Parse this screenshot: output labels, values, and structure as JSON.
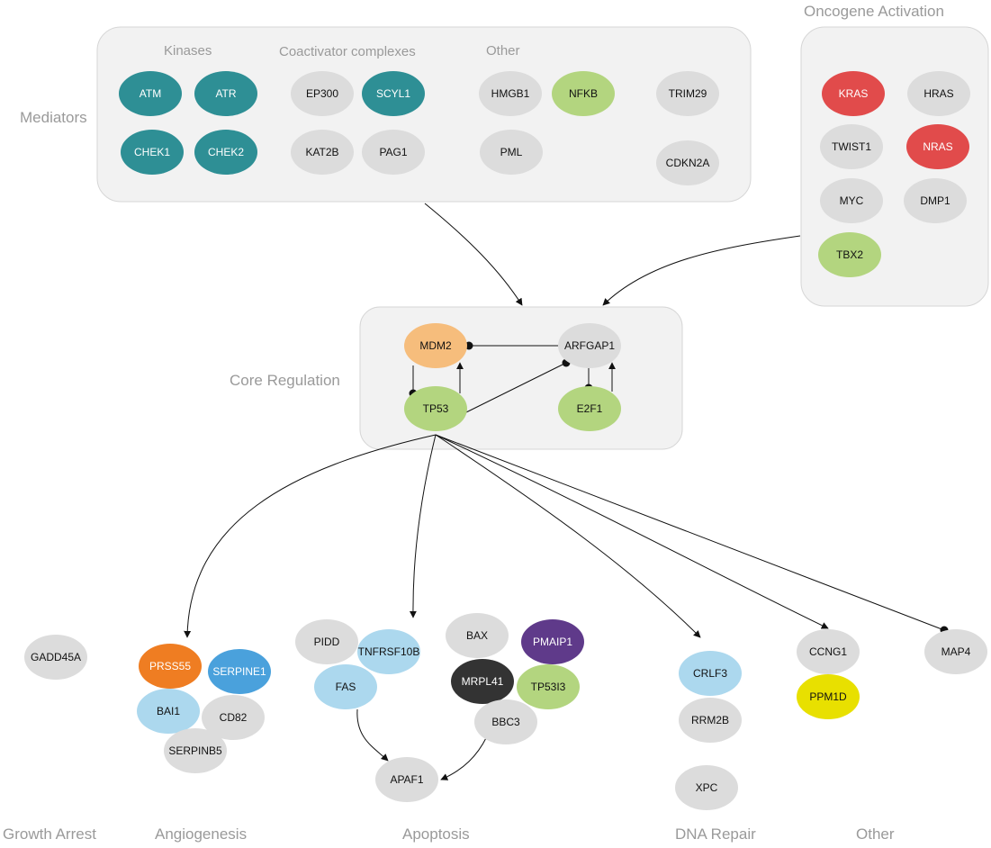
{
  "palette": {
    "teal": "#2e8f95",
    "gray": "#dcdcdc",
    "green": "#b3d57f",
    "red": "#e14b4b",
    "orange_light": "#f6bd7c",
    "orange": "#ef7d22",
    "blue": "#4aa1dc",
    "light_blue": "#acd8ee",
    "purple": "#5f3a8a",
    "dark": "#333333",
    "yellow": "#e8e000"
  },
  "groups": {
    "mediators": {
      "label": "Mediators",
      "subgroups": {
        "kinases": "Kinases",
        "coactivators": "Coactivator complexes",
        "other": "Other"
      }
    },
    "oncogene": {
      "label": "Oncogene Activation"
    },
    "core": {
      "label": "Core Regulation"
    }
  },
  "bottom_labels": {
    "growth_arrest": "Growth Arrest",
    "angiogenesis": "Angiogenesis",
    "apoptosis": "Apoptosis",
    "dna_repair": "DNA Repair",
    "other": "Other"
  },
  "nodes": [
    {
      "id": "ATM",
      "label": "ATM",
      "color": "teal"
    },
    {
      "id": "ATR",
      "label": "ATR",
      "color": "teal"
    },
    {
      "id": "CHEK1",
      "label": "CHEK1",
      "color": "teal"
    },
    {
      "id": "CHEK2",
      "label": "CHEK2",
      "color": "teal"
    },
    {
      "id": "EP300",
      "label": "EP300",
      "color": "gray"
    },
    {
      "id": "SCYL1",
      "label": "SCYL1",
      "color": "teal"
    },
    {
      "id": "KAT2B",
      "label": "KAT2B",
      "color": "gray"
    },
    {
      "id": "PAG1",
      "label": "PAG1",
      "color": "gray"
    },
    {
      "id": "HMGB1",
      "label": "HMGB1",
      "color": "gray"
    },
    {
      "id": "NFKB",
      "label": "NFKB",
      "color": "green"
    },
    {
      "id": "TRIM29",
      "label": "TRIM29",
      "color": "gray"
    },
    {
      "id": "PML",
      "label": "PML",
      "color": "gray"
    },
    {
      "id": "CDKN2A",
      "label": "CDKN2A",
      "color": "gray"
    },
    {
      "id": "KRAS",
      "label": "KRAS",
      "color": "red"
    },
    {
      "id": "HRAS",
      "label": "HRAS",
      "color": "gray"
    },
    {
      "id": "TWIST1",
      "label": "TWIST1",
      "color": "gray"
    },
    {
      "id": "NRAS",
      "label": "NRAS",
      "color": "red"
    },
    {
      "id": "MYC",
      "label": "MYC",
      "color": "gray"
    },
    {
      "id": "DMP1",
      "label": "DMP1",
      "color": "gray"
    },
    {
      "id": "TBX2",
      "label": "TBX2",
      "color": "green"
    },
    {
      "id": "MDM2",
      "label": "MDM2",
      "color": "orange_light"
    },
    {
      "id": "ARFGAP1",
      "label": "ARFGAP1",
      "color": "gray"
    },
    {
      "id": "TP53",
      "label": "TP53",
      "color": "green"
    },
    {
      "id": "E2F1",
      "label": "E2F1",
      "color": "green"
    },
    {
      "id": "GADD45A",
      "label": "GADD45A",
      "color": "gray"
    },
    {
      "id": "PRSS55",
      "label": "PRSS55",
      "color": "orange"
    },
    {
      "id": "SERPINE1",
      "label": "SERPINE1",
      "color": "blue"
    },
    {
      "id": "BAI1",
      "label": "BAI1",
      "color": "light_blue"
    },
    {
      "id": "CD82",
      "label": "CD82",
      "color": "gray"
    },
    {
      "id": "SERPINB5",
      "label": "SERPINB5",
      "color": "gray"
    },
    {
      "id": "PIDD",
      "label": "PIDD",
      "color": "gray"
    },
    {
      "id": "TNFRSF10B",
      "label": "TNFRSF10B",
      "color": "light_blue"
    },
    {
      "id": "FAS",
      "label": "FAS",
      "color": "light_blue"
    },
    {
      "id": "BAX",
      "label": "BAX",
      "color": "gray"
    },
    {
      "id": "PMAIP1",
      "label": "PMAIP1",
      "color": "purple"
    },
    {
      "id": "MRPL41",
      "label": "MRPL41",
      "color": "dark"
    },
    {
      "id": "TP53I3",
      "label": "TP53I3",
      "color": "green"
    },
    {
      "id": "BBC3",
      "label": "BBC3",
      "color": "gray"
    },
    {
      "id": "APAF1",
      "label": "APAF1",
      "color": "gray"
    },
    {
      "id": "CRLF3",
      "label": "CRLF3",
      "color": "light_blue"
    },
    {
      "id": "RRM2B",
      "label": "RRM2B",
      "color": "gray"
    },
    {
      "id": "XPC",
      "label": "XPC",
      "color": "gray"
    },
    {
      "id": "CCNG1",
      "label": "CCNG1",
      "color": "gray"
    },
    {
      "id": "PPM1D",
      "label": "PPM1D",
      "color": "yellow"
    },
    {
      "id": "MAP4",
      "label": "MAP4",
      "color": "gray"
    }
  ],
  "edges": [
    {
      "from": "Mediators",
      "to": "Core Regulation",
      "type": "activation"
    },
    {
      "from": "Oncogene Activation",
      "to": "Core Regulation",
      "type": "activation"
    },
    {
      "from": "ARFGAP1",
      "to": "MDM2",
      "type": "inhibition"
    },
    {
      "from": "MDM2",
      "to": "TP53",
      "type": "inhibition"
    },
    {
      "from": "TP53",
      "to": "MDM2",
      "type": "activation"
    },
    {
      "from": "TP53",
      "to": "ARFGAP1",
      "type": "inhibition"
    },
    {
      "from": "ARFGAP1",
      "to": "E2F1",
      "type": "inhibition"
    },
    {
      "from": "E2F1",
      "to": "ARFGAP1",
      "type": "activation"
    },
    {
      "from": "TP53",
      "to": "Angiogenesis",
      "type": "activation"
    },
    {
      "from": "TP53",
      "to": "Apoptosis",
      "type": "activation"
    },
    {
      "from": "TP53",
      "to": "DNA Repair",
      "type": "activation"
    },
    {
      "from": "TP53",
      "to": "CCNG1",
      "type": "activation"
    },
    {
      "from": "TP53",
      "to": "MAP4",
      "type": "inhibition"
    },
    {
      "from": "FAS",
      "to": "APAF1",
      "type": "activation"
    },
    {
      "from": "BBC3",
      "to": "APAF1",
      "type": "activation"
    }
  ]
}
